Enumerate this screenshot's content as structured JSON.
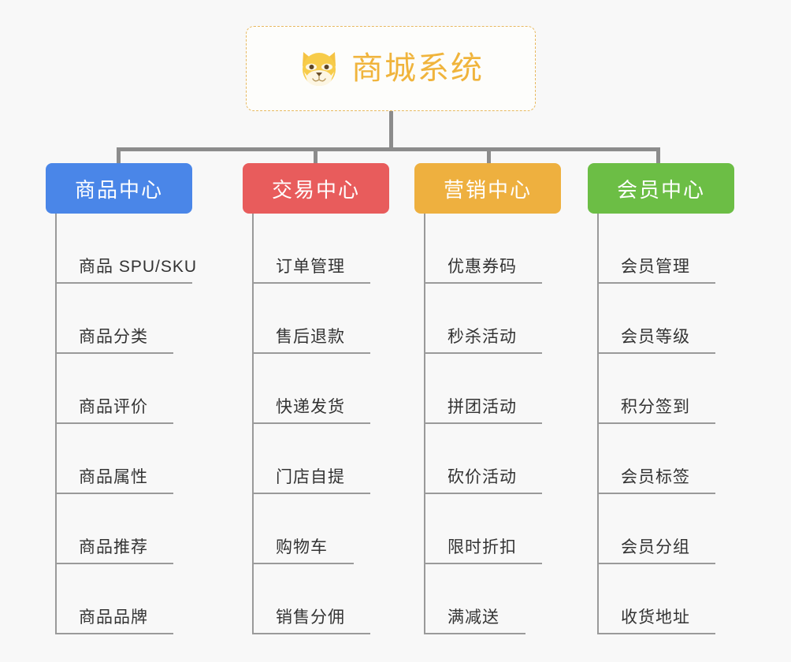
{
  "background_color": "#f8f8f8",
  "root": {
    "title": "商城系统",
    "icon": "shiba-dog-face-icon",
    "border_color": "#e8b960",
    "text_color": "#f0b43c"
  },
  "connector_color": "#8c8c8c",
  "leaf_line_color": "#9a9a9a",
  "leaf_text_color": "#333333",
  "columns": [
    {
      "title": "商品中心",
      "color": "#4a86e8",
      "items": [
        "商品 SPU/SKU",
        "商品分类",
        "商品评价",
        "商品属性",
        "商品推荐",
        "商品品牌"
      ]
    },
    {
      "title": "交易中心",
      "color": "#e85c5c",
      "items": [
        "订单管理",
        "售后退款",
        "快递发货",
        "门店自提",
        "购物车",
        "销售分佣"
      ]
    },
    {
      "title": "营销中心",
      "color": "#eeb03f",
      "items": [
        "优惠券码",
        "秒杀活动",
        "拼团活动",
        "砍价活动",
        "限时折扣",
        "满减送"
      ]
    },
    {
      "title": "会员中心",
      "color": "#6cbe45",
      "items": [
        "会员管理",
        "会员等级",
        "积分签到",
        "会员标签",
        "会员分组",
        "收货地址"
      ]
    }
  ]
}
